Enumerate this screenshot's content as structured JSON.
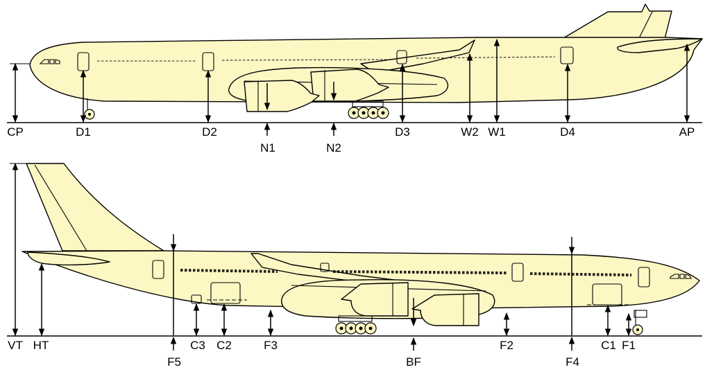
{
  "colors": {
    "aircraft_fill": "#fdf7c4",
    "outline": "#000000",
    "background": "#ffffff"
  },
  "top_view": {
    "labels": {
      "cp": "CP",
      "d1": "D1",
      "d2": "D2",
      "n1": "N1",
      "n2": "N2",
      "d3": "D3",
      "w2": "W2",
      "w1": "W1",
      "d4": "D4",
      "ap": "AP"
    }
  },
  "bottom_view": {
    "labels": {
      "vt": "VT",
      "ht": "HT",
      "f5": "F5",
      "c3": "C3",
      "c2": "C2",
      "f3": "F3",
      "bf": "BF",
      "f2": "F2",
      "f4": "F4",
      "c1": "C1",
      "f1": "F1"
    }
  }
}
